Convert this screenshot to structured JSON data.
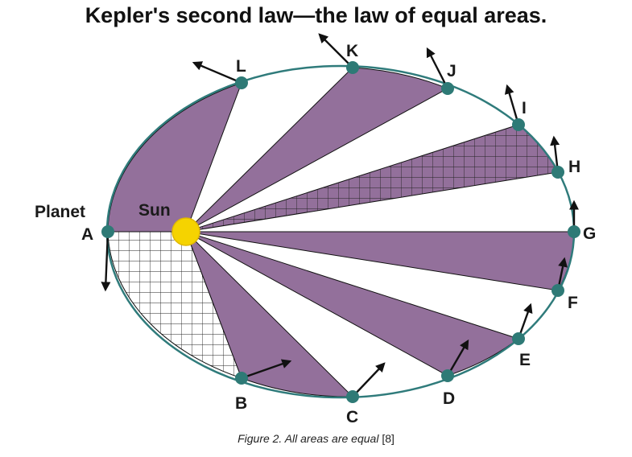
{
  "title": "Kepler's second law—the law of equal areas.",
  "caption": {
    "figure": "Figure 2. All areas are equal",
    "ref": "[8]"
  },
  "labels": {
    "planet": "Planet",
    "sun": "Sun",
    "points": [
      "A",
      "B",
      "C",
      "D",
      "E",
      "F",
      "G",
      "H",
      "I",
      "J",
      "K",
      "L"
    ]
  },
  "colors": {
    "sector_fill": "#93709b",
    "orbit": "#2f7b7b",
    "point": "#2e7a76",
    "sun": "#f5d300",
    "sun_outline": "#e0b800",
    "arrow": "#111111"
  }
}
